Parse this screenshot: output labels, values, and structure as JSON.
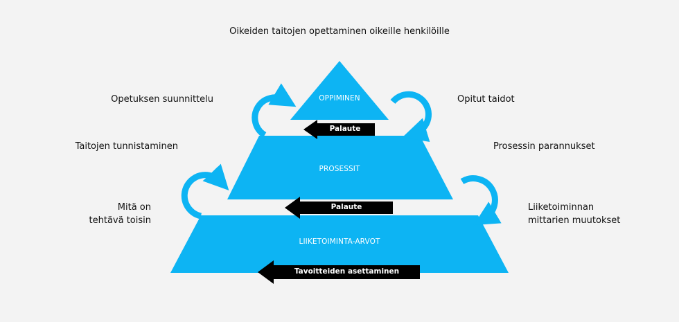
{
  "title": "Oikeiden taitojen opettaminen oikeille henkilöille",
  "colors": {
    "tier": "#0db4f3",
    "arrow": "#000000",
    "text": "#111111",
    "background": "#f3f3f3"
  },
  "tiers": [
    {
      "label": "OPPIMINEN"
    },
    {
      "label": "PROSESSIT"
    },
    {
      "label": "LIIKETOIMINTA-ARVOT"
    }
  ],
  "feedback_arrows": [
    {
      "label": "Palaute"
    },
    {
      "label": "Palaute"
    },
    {
      "label": "Tavoitteiden asettaminen"
    }
  ],
  "left_labels": [
    {
      "text": "Opetuksen suunnittelu"
    },
    {
      "text": "Taitojen tunnistaminen"
    },
    {
      "line1": "Mitä on",
      "line2": "tehtävä toisin"
    }
  ],
  "right_labels": [
    {
      "text": "Opitut taidot"
    },
    {
      "text": "Prosessin parannukset"
    },
    {
      "line1": "Liiketoiminnan",
      "line2": "mittarien muutokset"
    }
  ],
  "cycle_icons": [
    {
      "icon": "cycle-arrow-icon",
      "side": "left"
    },
    {
      "icon": "cycle-arrow-icon",
      "side": "right"
    },
    {
      "icon": "cycle-arrow-icon",
      "side": "left"
    },
    {
      "icon": "cycle-arrow-icon",
      "side": "right"
    }
  ]
}
